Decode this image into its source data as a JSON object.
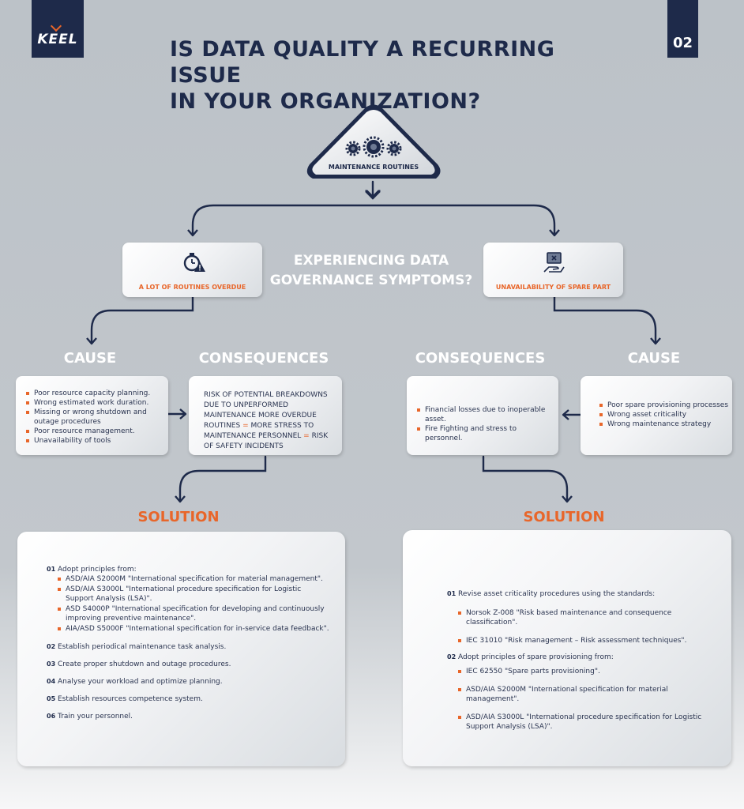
{
  "logo": {
    "text": "KEEL"
  },
  "page_number": "02",
  "title_line1": "IS DATA QUALITY A RECURRING ISSUE",
  "title_line2": "IN YOUR ORGANIZATION?",
  "colors": {
    "navy": "#1e2a4a",
    "orange": "#e8662a",
    "white": "#ffffff"
  },
  "top_node": {
    "label": "MAINTENANCE ROUTINES",
    "icon": "gears-icon"
  },
  "center_question_line1": "EXPERIENCING DATA",
  "center_question_line2": "GOVERNANCE SYMPTOMS?",
  "left_symptom": {
    "label": "A LOT OF ROUTINES OVERDUE",
    "icon": "stopwatch-warning-icon"
  },
  "right_symptom": {
    "label": "UNAVAILABILITY OF SPARE PART",
    "icon": "box-hand-icon"
  },
  "headings": {
    "left_cause": "CAUSE",
    "left_consequences": "CONSEQUENCES",
    "right_consequences": "CONSEQUENCES",
    "right_cause": "CAUSE",
    "left_solution": "SOLUTION",
    "right_solution": "SOLUTION"
  },
  "left_cause_items": [
    "Poor resource capacity planning.",
    "Wrong estimated work duration.",
    "Missing or wrong shutdown and outage procedures",
    "Poor resource management.",
    "Unavailability of tools"
  ],
  "left_consequences": {
    "part1": "RISK OF POTENTIAL BREAKDOWNS DUE TO UNPERFORMED MAINTENANCE MORE OVERDUE ROUTINES",
    "sep1": "=",
    "part2": "MORE STRESS TO MAINTENANCE PERSONNEL",
    "sep2": "=",
    "part3": "RISK OF SAFETY INCIDENTS"
  },
  "right_consequences_items": [
    "Financial losses due to inoperable asset.",
    "Fire Fighting and stress to personnel."
  ],
  "right_cause_items": [
    "Poor spare provisioning processes",
    "Wrong asset criticality",
    "Wrong maintenance strategy"
  ],
  "left_solution": {
    "items": [
      {
        "num": "01",
        "text": "Adopt principles from:",
        "sub": [
          "ASD/AIA S2000M \"International specification for material management\".",
          "ASD/AIA S3000L \"International procedure specification for Logistic Support Analysis (LSA)\".",
          "ASD S4000P \"International specification for developing and continuously improving preventive maintenance\".",
          "AIA/ASD S5000F \"International specification for in-service data feedback\"."
        ]
      },
      {
        "num": "02",
        "text": "Establish periodical maintenance task analysis."
      },
      {
        "num": "03",
        "text": "Create proper shutdown and outage procedures."
      },
      {
        "num": "04",
        "text": "Analyse your workload and optimize planning."
      },
      {
        "num": "05",
        "text": "Establish resources competence system."
      },
      {
        "num": "06",
        "text": "Train your personnel."
      }
    ]
  },
  "right_solution": {
    "items": [
      {
        "num": "01",
        "text": "Revise asset criticality procedures using the standards:",
        "sub": [
          "Norsok Z-008 \"Risk based maintenance and consequence classification\".",
          "IEC 31010 \"Risk management – Risk assessment techniques\"."
        ]
      },
      {
        "num": "02",
        "text": "Adopt principles of spare provisioning from:",
        "sub": [
          "IEC 62550 \"Spare parts provisioning\".",
          "ASD/AIA S2000M \"International specification for material management\".",
          "ASD/AIA S3000L \"International procedure specification for Logistic Support Analysis (LSA)\"."
        ]
      }
    ]
  }
}
